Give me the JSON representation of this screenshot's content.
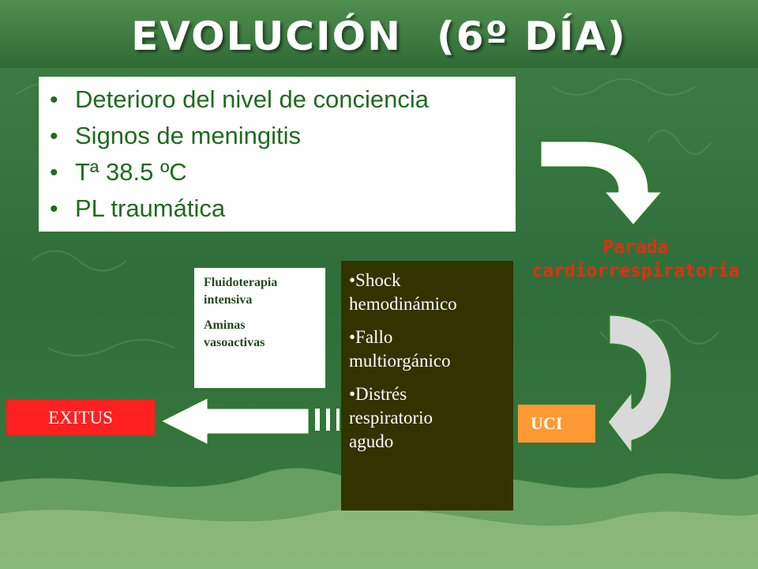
{
  "title": {
    "main": "EVOLUCIÓN",
    "day": "(6º DÍA)"
  },
  "symptoms": [
    "Deterioro del nivel de conciencia",
    "Signos de meningitis",
    "Tª 38.5  ºC",
    "PL traumática"
  ],
  "event": {
    "line1": "Parada",
    "line2": "cardiorrespiratoria"
  },
  "treatment": {
    "line1": "Fluidoterapia",
    "line2": "intensiva",
    "line3": "Aminas",
    "line4": "vasoactivas"
  },
  "complications": {
    "c1_line1": "•Shock",
    "c1_line2": "hemodinámico",
    "c2_line1": "•Fallo",
    "c2_line2": "multiorgánico",
    "c3_line1": "•Distrés",
    "c3_line2": "respiratorio",
    "c3_line3": "agudo"
  },
  "outcome": "EXITUS",
  "unit": "UCI",
  "colors": {
    "background": "#2e6e3a",
    "title": "#ffffff",
    "symptom_text": "#1f6b1f",
    "event_text": "#e03010",
    "complications_bg": "#333300",
    "exitus_bg": "#ff2020",
    "uci_bg": "#ff9933",
    "arrow_fill": "#d9d9d9",
    "arrow_stroke": "#2d7a2d"
  }
}
